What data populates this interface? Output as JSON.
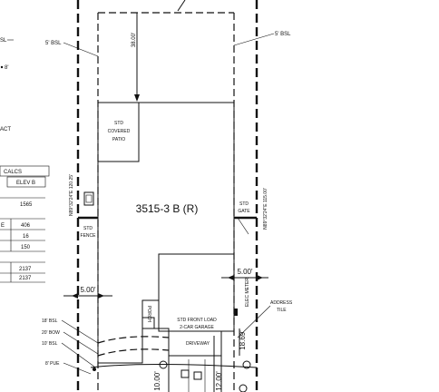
{
  "left_notes": {
    "note1": "SL",
    "note2": "8'",
    "note3": "ACT"
  },
  "calc_table": {
    "header": "CALCS",
    "col_elev": "ELEV B",
    "row_1565": "1565",
    "row_e_label": "E",
    "row_406": "406",
    "row_16": "16",
    "row_150": "150",
    "row_2137a": "2137",
    "row_2137b": "2137"
  },
  "setbacks": {
    "top_dim": "38.00'",
    "bsl_left": "5' BSL",
    "bsl_right": "5' BSL",
    "left_bearing": "N89°32'24\"E 120.25'",
    "right_bearing": "N89°32'24\"E 115.00'",
    "side_dim_left": "5.00'",
    "side_dim_right": "5.00'",
    "front_18_bsl": "18' BSL",
    "front_20_bow": "20' BOW",
    "front_10_bsl": "10' BSL",
    "front_8_pue": "8' PUE",
    "drive_dim": "18.69'",
    "front_dim_1": "10.00'",
    "front_dim_2": "12.00'"
  },
  "house": {
    "plan_label": "3515-3 B (R)",
    "patio_label_1": "STD",
    "patio_label_2": "COVERED",
    "patio_label_3": "PATIO",
    "garage_label_1": "STD FRONT LOAD",
    "garage_label_2": "2-CAR GARAGE",
    "driveway_label": "DRIVEWAY",
    "porch_label": "PORCH"
  },
  "annotations": {
    "fence_label_1": "STD",
    "fence_label_2": "FENCE",
    "gate_label_1": "STD",
    "gate_label_2": "GATE",
    "address_label_1": "ADDRESS",
    "address_label_2": "TILE",
    "meter_label": "ELEC METER"
  }
}
